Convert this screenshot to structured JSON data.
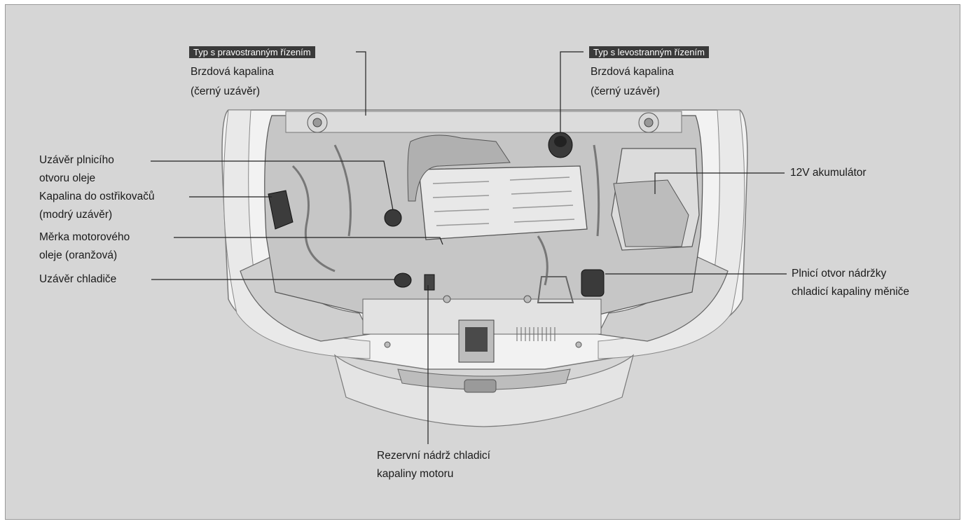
{
  "colors": {
    "background": "#d6d6d6",
    "tag_background": "#3a3a3a",
    "leader_line": "#222222",
    "car_body": "#f2f2f2",
    "car_outline": "#7a7a7a"
  },
  "callouts": {
    "right_hand_drive": {
      "tag": "Typ s pravostranným řízením",
      "line1": "Brzdová kapalina",
      "line2": "(černý uzávěr)"
    },
    "left_hand_drive": {
      "tag": "Typ s levostranným řízením",
      "line1": "Brzdová kapalina",
      "line2": "(černý uzávěr)"
    },
    "oil_filler_cap": {
      "line1": "Uzávěr plnicího",
      "line2": "otvoru oleje"
    },
    "washer_fluid": {
      "line1": "Kapalina do ostřikovačů",
      "line2": "(modrý uzávěr)"
    },
    "oil_dipstick": {
      "line1": "Měrka motorového",
      "line2": "oleje (oranžová)"
    },
    "radiator_cap": {
      "line1": "Uzávěr chladiče"
    },
    "battery": {
      "line1": "12V akumulátor"
    },
    "inverter_coolant": {
      "line1": "Plnicí otvor nádržky",
      "line2": "chladicí kapaliny měniče"
    },
    "engine_coolant_reservoir": {
      "line1": "Rezervní nádrž chladicí",
      "line2": "kapaliny motoru"
    }
  }
}
